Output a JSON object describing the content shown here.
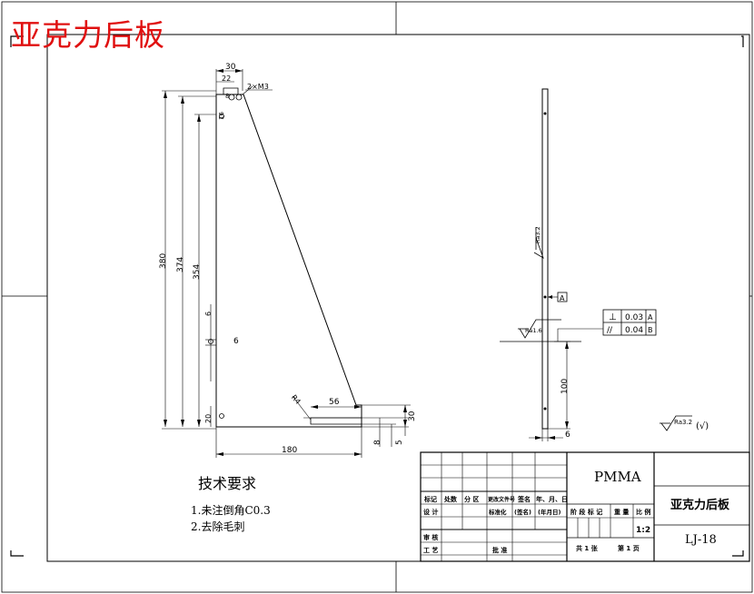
{
  "watermark_title": "亚克力后板",
  "colors": {
    "line": "#000000",
    "title_red": "#e01010",
    "background": "#ffffff"
  },
  "front_view": {
    "dims": {
      "top_width": "30",
      "top_inner": "22",
      "thread_note": "2×M3",
      "hole_offset_v": "8",
      "hole_offset_h": "16",
      "overall_height": "380",
      "height_374": "374",
      "height_354": "354",
      "slot_6_v": "6",
      "slot_6_h": "6",
      "base_20": "20",
      "radius": "R4",
      "slot_length": "56",
      "base_width": "180",
      "slot_height": "30",
      "dim_8": "8",
      "dim_5": "5"
    }
  },
  "side_view": {
    "datum_a": "A",
    "datum_b": "B",
    "surface_roughness_1": "Ra1.6",
    "surface_roughness_2": "Ra3.2",
    "height_100": "100",
    "thickness": "6",
    "tolerance_frame": [
      {
        "symbol": "⊥",
        "value": "0.03",
        "datum": "A"
      },
      {
        "symbol": "//",
        "value": "0.04",
        "datum": "B"
      }
    ]
  },
  "general_roughness": "Ra3.2",
  "general_roughness_suffix": "(√)",
  "tech_requirements": {
    "heading": "技术要求",
    "items": [
      "1.未注倒角C0.3",
      "2.去除毛刺"
    ]
  },
  "title_block": {
    "material": "PMMA",
    "part_name": "亚克力后板",
    "drawing_no": "LJ-18",
    "scale": "1:2",
    "sheet_total": "共 1 张",
    "sheet_no": "第 1 页",
    "row_labels": [
      "标记",
      "处数",
      "分 区",
      "更改文件号",
      "签名",
      "年、月、日"
    ],
    "design_label": "设 计",
    "standardize_label": "标准化",
    "sign_label": "(签名)",
    "date_label": "(年月日)",
    "review_label": "审 核",
    "process_label": "工 艺",
    "approve_label": "批 准",
    "stage_labels": [
      "阶 段 标 记",
      "重 量",
      "比 例"
    ]
  }
}
